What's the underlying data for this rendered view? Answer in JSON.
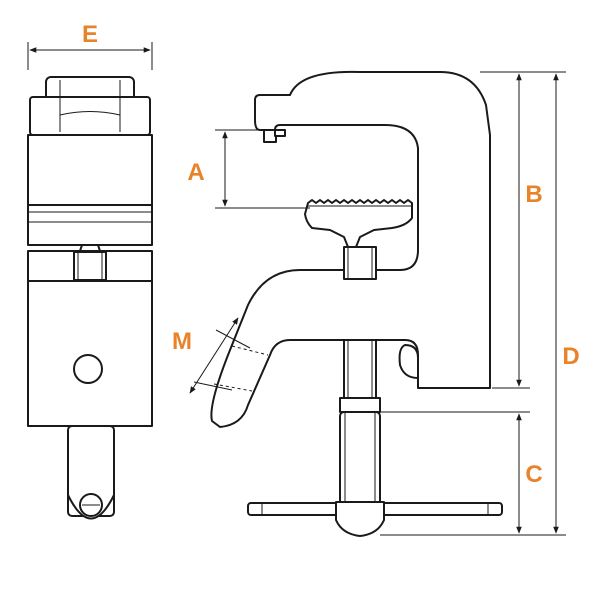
{
  "dimensions": {
    "a": "A",
    "b": "B",
    "c": "C",
    "d": "D",
    "e": "E",
    "m": "M"
  },
  "colors": {
    "label": "#e8832a",
    "line": "#1a1a1a",
    "background": "#ffffff"
  }
}
